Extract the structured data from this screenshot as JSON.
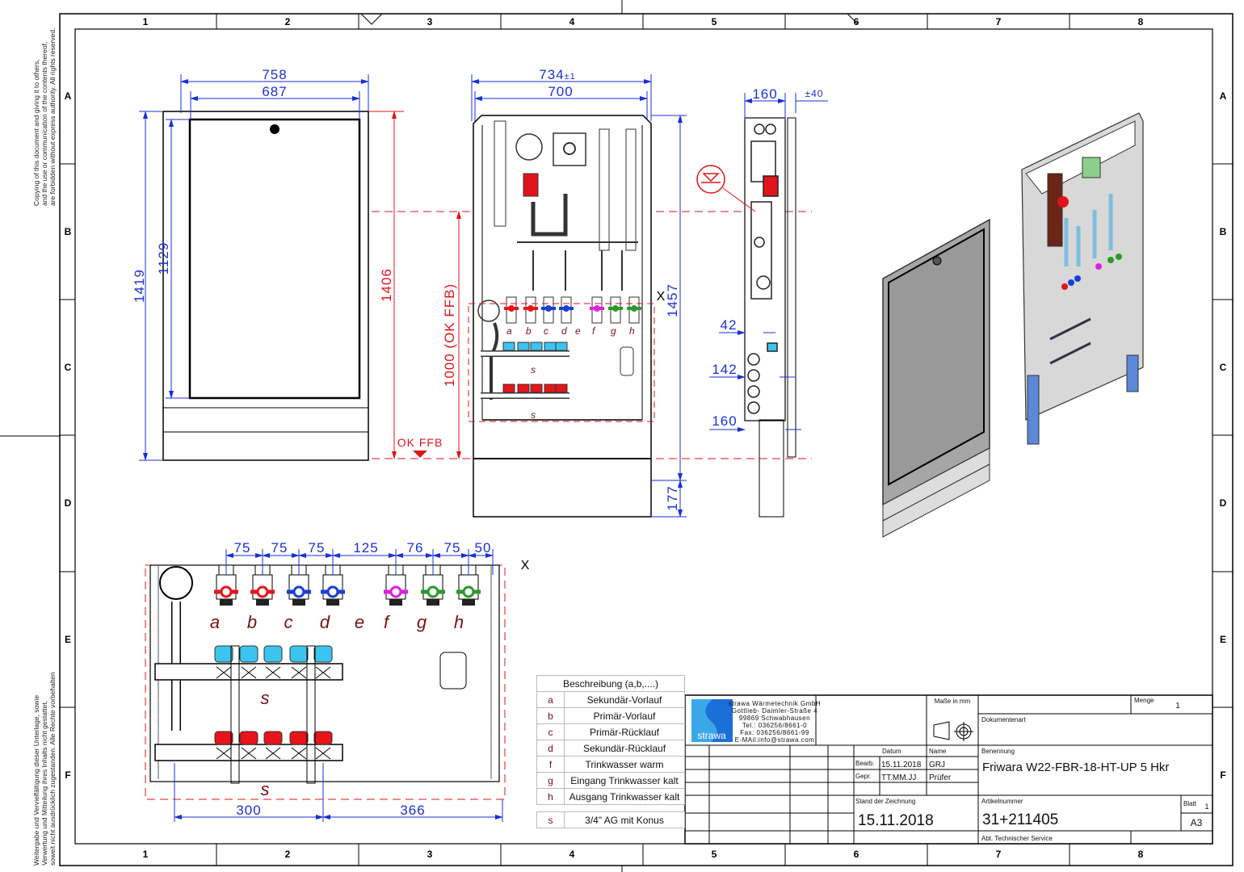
{
  "frame": {
    "columns": [
      "1",
      "2",
      "3",
      "4",
      "5",
      "6",
      "7",
      "8"
    ],
    "rows": [
      "A",
      "B",
      "C",
      "D",
      "E",
      "F"
    ],
    "copyright_en": [
      "Copying of this document and giving it to others,",
      "and the use or communication of the contents thereof,",
      "are forbidden without express authority. All rights reserved."
    ],
    "copyright_de": [
      "Weitergabe und Vervielfältigung dieser Unterlage, sowie",
      "Verwertung und Mitteilung ihres Inhalts nicht gestattet,",
      "soweit nicht ausdrücklich zugestanden. Alle Rechte vorbehalten"
    ]
  },
  "front_view": {
    "width_outer": "758",
    "width_inner": "687",
    "height_outer": "1419",
    "height_inner": "1129",
    "height_floor": "1406",
    "floor_label": "OK FFB"
  },
  "open_view": {
    "width_outer": "734",
    "width_tolerance": "±1",
    "width_inner": "700",
    "height_total": "1457",
    "foot_height": "177",
    "floor_ref": "1000 (OK FFB)",
    "marker": "X",
    "port_labels": [
      "a",
      "b",
      "c",
      "d",
      "e",
      "f",
      "g",
      "h"
    ],
    "manifold_label": "s"
  },
  "side_view": {
    "depth": "160",
    "adjust": "±40",
    "offset_1": "42",
    "offset_2": "142",
    "offset_3": "160"
  },
  "detail_view": {
    "spacings": [
      "75",
      "75",
      "75",
      "125",
      "76",
      "75",
      "50"
    ],
    "marker": "X",
    "port_labels": [
      "a",
      "b",
      "c",
      "d",
      "e",
      "f",
      "g",
      "h"
    ],
    "manifold_label": "s",
    "bottom_left": "300",
    "bottom_right": "366"
  },
  "legend": {
    "title": "Beschreibung (a,b,....)",
    "rows": [
      {
        "key": "a",
        "value": "Sekundär-Vorlauf"
      },
      {
        "key": "b",
        "value": "Primär-Vorlauf"
      },
      {
        "key": "c",
        "value": "Primär-Rücklauf"
      },
      {
        "key": "d",
        "value": "Sekundär-Rücklauf"
      },
      {
        "key": "f",
        "value": "Trinkwasser warm"
      },
      {
        "key": "g",
        "value": "Eingang Trinkwasser kalt"
      },
      {
        "key": "h",
        "value": "Ausgang Trinkwasser kalt"
      }
    ],
    "extra": {
      "key": "s",
      "value": "3/4\" AG mit Konus"
    }
  },
  "title_block": {
    "company_lines": [
      "strawa Wärmetechnik GmbH",
      "Gottlieb- Daimler-Straße 4",
      "99869 Schwabhausen",
      "Tel.: 036256/8661-0",
      "Fax: 036256/8661-99",
      "E-MAil:info@strawa.com"
    ],
    "logo_text": "strawa",
    "units": "Maße in mm",
    "menge_label": "Menge",
    "menge_value": "1",
    "dokumentenart_label": "Dokumentenart",
    "datum_label": "Datum",
    "name_label": "Name",
    "bearb_label": "Bearb.",
    "bearb_date": "15.11.2018",
    "bearb_name": "GRJ",
    "gepr_label": "Gepr.",
    "gepr_date": "TT.MM.JJ",
    "gepr_name": "Prüfer",
    "benennung_label": "Benennung",
    "benennung_value": "Friwara W22-FBR-18-HT-UP 5 Hkr",
    "stand_label": "Stand der Zeichnung",
    "stand_value": "15.11.2018",
    "artikel_label": "Artikelnummer",
    "artikel_value": "31+211405",
    "blatt_label": "Blatt",
    "blatt_value": "1",
    "format": "A3",
    "department": "Abt. Technischer Service"
  },
  "colors": {
    "dimension": "#1a2fd8",
    "reference": "#e0141a",
    "label": "#7a1010",
    "valve_red": "#e8141a",
    "valve_blue": "#1a3fd8",
    "valve_magenta": "#e020e0",
    "valve_green": "#2a9a2a",
    "cap_cyan": "#3cc4f0",
    "logo": "#3aa8e8"
  }
}
